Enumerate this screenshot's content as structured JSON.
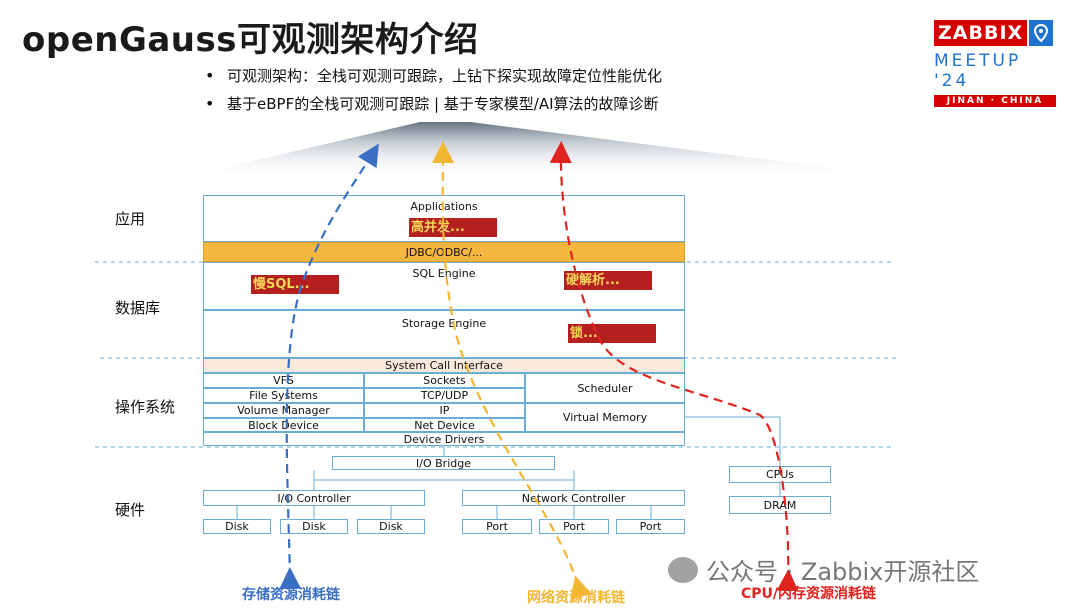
{
  "title": "openGauss可观测架构介绍",
  "bullets": [
    "可观测架构：全栈可观测可跟踪，上钻下探实现故障定位性能优化",
    "基于eBPF的全栈可观测可跟踪  |  基于专家模型/AI算法的故障诊断"
  ],
  "logo": {
    "brand": "ZABBIX",
    "event": "MEETUP '24",
    "city": "JINAN · CHINA"
  },
  "layers": {
    "app": "应用",
    "db": "数据库",
    "os": "操作系统",
    "hw": "硬件"
  },
  "boxes": {
    "applications": "Applications",
    "jdbc": "JDBC/ODBC/...",
    "sql_engine": "SQL Engine",
    "storage_engine": "Storage Engine",
    "syscall": "System Call Interface",
    "vfs": "VFS",
    "file_systems": "File Systems",
    "volume_manager": "Volume Manager",
    "block_device": "Block Device",
    "sockets": "Sockets",
    "tcp_udp": "TCP/UDP",
    "ip": "IP",
    "net_device": "Net Device",
    "scheduler": "Scheduler",
    "virtual_memory": "Virtual Memory",
    "device_drivers": "Device Drivers",
    "io_bridge": "I/O Bridge",
    "io_controller": "I/O Controller",
    "network_controller": "Network Controller",
    "disk1": "Disk",
    "disk2": "Disk",
    "disk3": "Disk",
    "port1": "Port",
    "port2": "Port",
    "port3": "Port",
    "cpus": "CPUs",
    "dram": "DRAM"
  },
  "tags": {
    "high_concurrency": "高并发...",
    "slow_sql": "慢SQL...",
    "hard_parse": "硬解析...",
    "lock": "锁..."
  },
  "chains": {
    "storage": {
      "label": "存储资源消耗链",
      "color": "#3a6fc4"
    },
    "network": {
      "label": "网络资源消耗链",
      "color": "#f2b632"
    },
    "cpu_mem": {
      "label": "CPU/内存资源消耗链",
      "color": "#e0231e"
    }
  },
  "watermark": "公众号 · Zabbix开源社区"
}
